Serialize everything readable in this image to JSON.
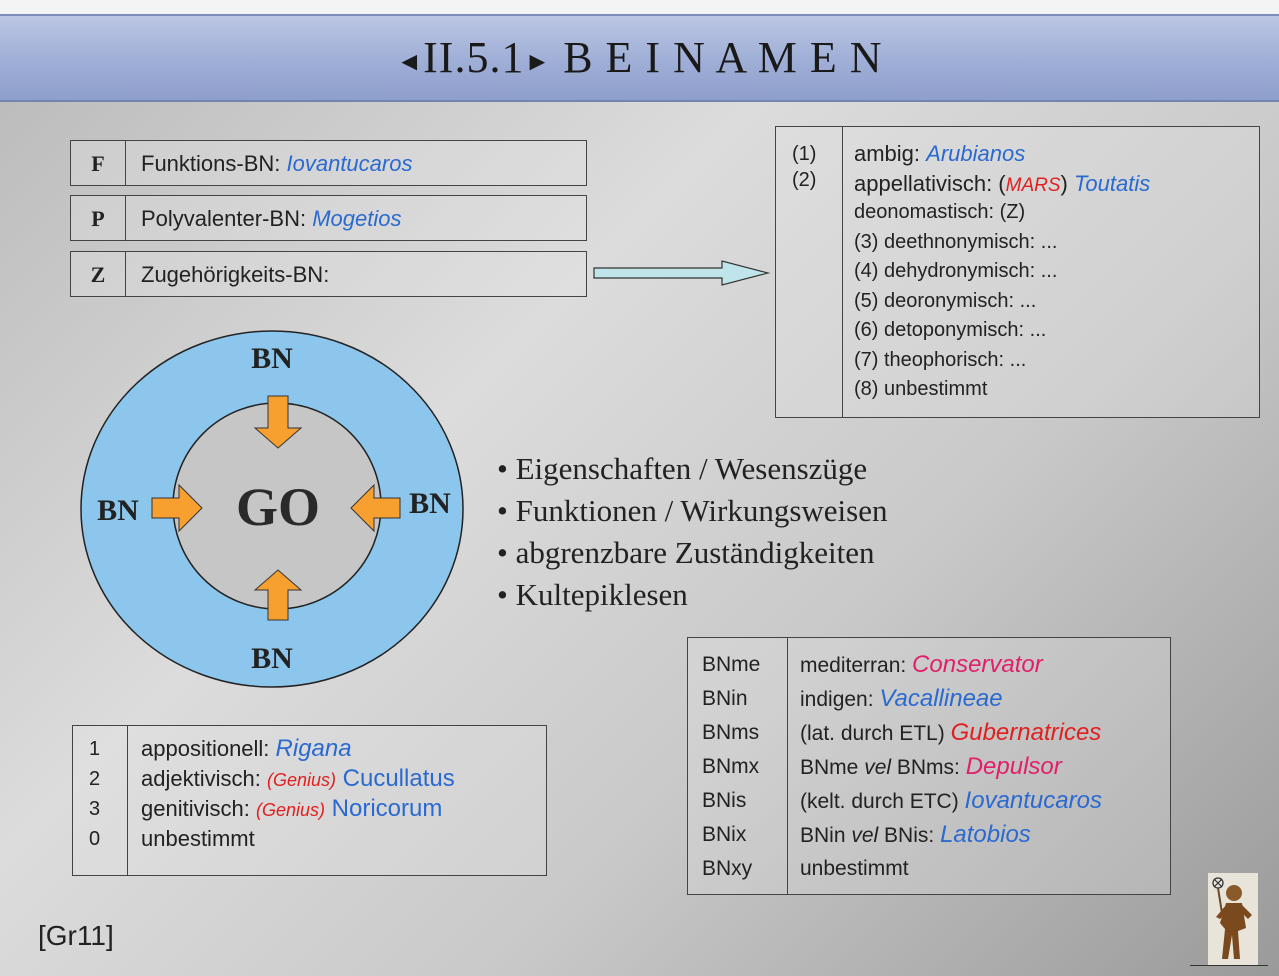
{
  "title": {
    "prefix_arrow": "◄",
    "number": "II.5.1",
    "suffix_arrow": "►",
    "text": "B E I N A M E N"
  },
  "fpz_boxes": [
    {
      "letter": "F",
      "label": "Funktions-BN: ",
      "example": "Iovantucaros"
    },
    {
      "letter": "P",
      "label": "Polyvalenter-BN: ",
      "example": "Mogetios"
    },
    {
      "letter": "Z",
      "label": "Zugehörigkeits-BN:",
      "example": ""
    }
  ],
  "right_table": {
    "nums": [
      "(1)",
      "(2)"
    ],
    "rows": {
      "r1_label": "ambig: ",
      "r1_example": "Arubianos",
      "r2_label": "appellativisch: (",
      "r2_mars": "MARS",
      "r2_close": ") ",
      "r2_example": "Toutatis",
      "r3": "deonomastisch: (Z)",
      "r4": "(3) deethnonymisch: ...",
      "r5": "(4) dehydronymisch: ...",
      "r6": "(5) deoronymisch: ...",
      "r7": "(6) detoponymisch: ...",
      "r8": "(7) theophorisch: ...",
      "r9": "(8) unbestimmt"
    }
  },
  "diagram": {
    "center": "GO",
    "top": "BN",
    "bottom": "BN",
    "left": "BN",
    "right": "BN"
  },
  "bullets": [
    "• Eigenschaften / Wesenszüge",
    "• Funktionen / Wirkungsweisen",
    "• abgrenzbare  Zuständigkeiten",
    "• Kultepiklesen"
  ],
  "bottom_left_table": {
    "nums": [
      "1",
      "2",
      "3",
      "0"
    ],
    "r1_label": "appositionell:  ",
    "r1_example": "Rigana",
    "r2_label": "adjektivisch: ",
    "r2_genius": "(Genius)",
    "r2_example": " Cucullatus",
    "r3_label": "genitivisch: ",
    "r3_genius": "(Genius)",
    "r3_example": " Noricorum",
    "r4": "unbestimmt"
  },
  "bn_table": {
    "codes": [
      "BNme",
      "BNin",
      "BNms",
      "BNmx",
      "BNis",
      "BNix",
      "BNxy"
    ],
    "r1_label": "mediterran: ",
    "r1_example": "Conservator",
    "r2_label": "indigen: ",
    "r2_example": "Vacallineae",
    "r3_label": "(lat. durch ETL) ",
    "r3_example": "Gubernatrices",
    "r4_a": "BNme ",
    "r4_vel": "vel",
    "r4_b": " BNms: ",
    "r4_example": "Depulsor",
    "r5_label": "(kelt. durch ETC) ",
    "r5_example": "Iovantucaros",
    "r6_a": "BNin ",
    "r6_vel": "vel",
    "r6_b": " BNis: ",
    "r6_example": "Latobios",
    "r7": "unbestimmt"
  },
  "reference": "[Gr11]",
  "colors": {
    "ring": "#8cc6ec",
    "arrows": "#f7a030",
    "example_blue": "#2a6ad0",
    "example_red": "#e02020",
    "example_magenta": "#e0206a"
  },
  "icons": {
    "corner_figure": "bronze-figure-icon"
  }
}
